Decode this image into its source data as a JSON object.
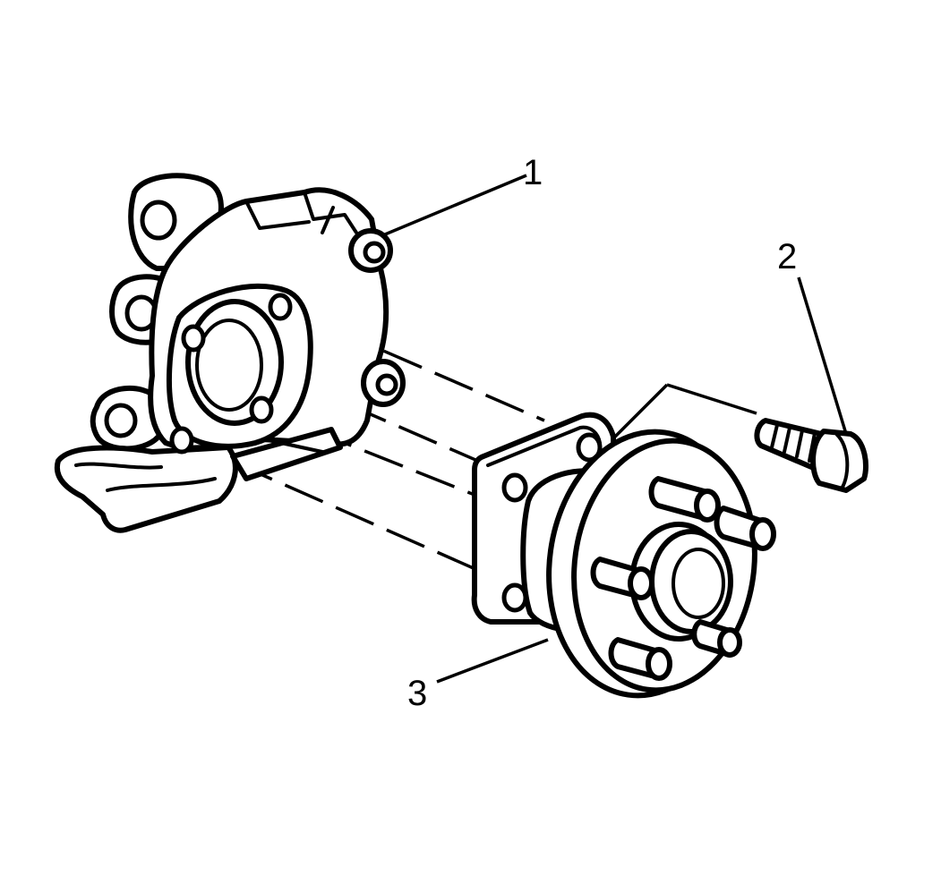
{
  "callouts": {
    "label_1": "1",
    "label_2": "2",
    "label_3": "3"
  },
  "colors": {
    "ink": "#000000",
    "paper": "#ffffff"
  }
}
